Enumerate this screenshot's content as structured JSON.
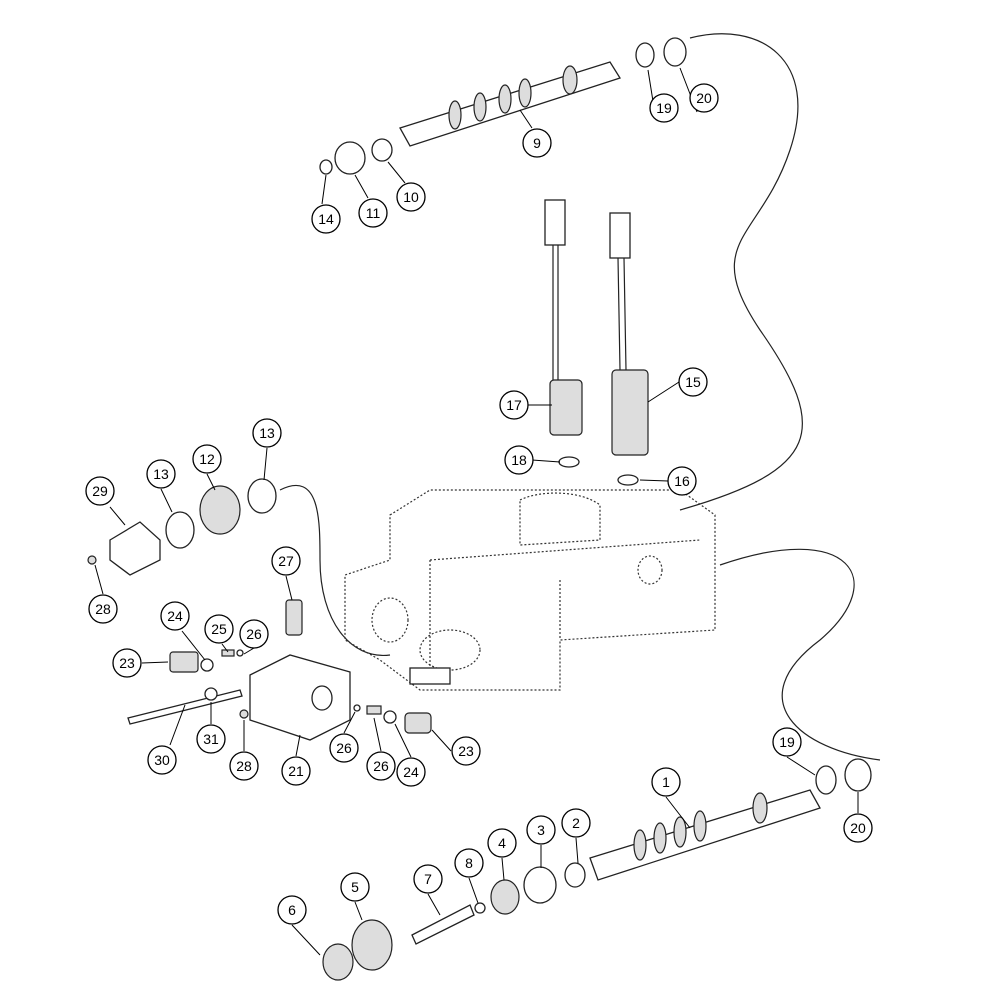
{
  "diagram": {
    "callouts": [
      "20",
      "19",
      "9",
      "10",
      "11",
      "14",
      "17",
      "15",
      "18",
      "16",
      "13",
      "12",
      "13",
      "29",
      "28",
      "27",
      "24",
      "25",
      "26",
      "23",
      "31",
      "30",
      "28",
      "21",
      "26",
      "26",
      "24",
      "23",
      "19",
      "20",
      "1",
      "2",
      "3",
      "4",
      "8",
      "7",
      "5",
      "6"
    ]
  }
}
